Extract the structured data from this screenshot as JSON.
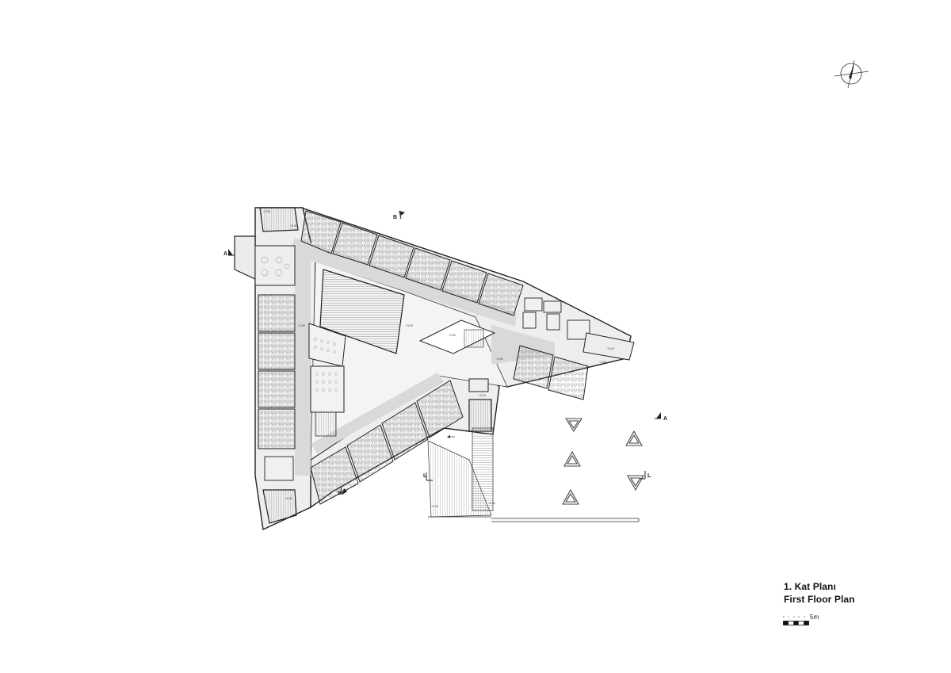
{
  "title": {
    "turkish": "1. Kat Planı",
    "english": "First Floor Plan"
  },
  "scale": {
    "label": "5m",
    "ticks": [
      "0",
      "1",
      "2",
      "3",
      "4"
    ]
  },
  "section_markers": [
    "A",
    "A",
    "B",
    "B",
    "L",
    "L"
  ],
  "level_labels": [
    "+3.50",
    "+3.50",
    "+3.50",
    "+3.50",
    "+3.50",
    "+5.00",
    "+0.00",
    "+3.50",
    "+0.50",
    "+0.50",
    "+0.50",
    "+0.50"
  ],
  "icons": {
    "north_arrow": "north-arrow-icon",
    "landscape": "triangle-planter-icon"
  }
}
